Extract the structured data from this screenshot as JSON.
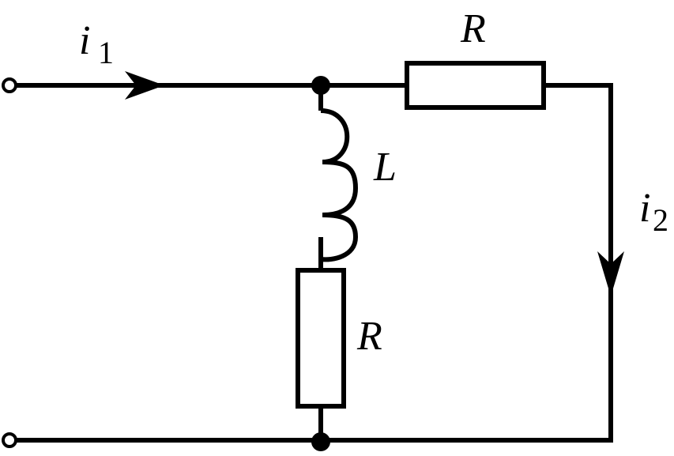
{
  "labels": {
    "current_in": "i",
    "current_in_sub": "1",
    "current_out": "i",
    "current_out_sub": "2",
    "resistor_top": "R",
    "inductor": "L",
    "resistor_bottom": "R"
  }
}
